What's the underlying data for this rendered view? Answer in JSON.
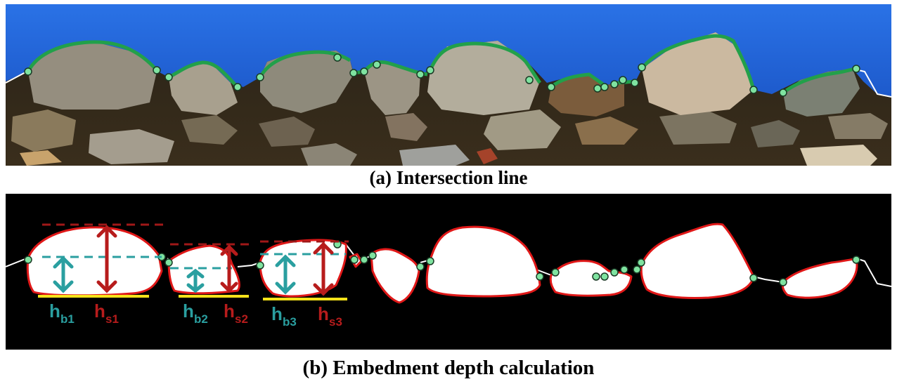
{
  "captions": {
    "a": "(a) Intersection line",
    "b": "(b) Embedment depth calculation"
  },
  "labels": [
    {
      "main": "h",
      "sub": "b1",
      "color": "#2a9fa0"
    },
    {
      "main": "h",
      "sub": "s1",
      "color": "#b71c1c"
    },
    {
      "main": "h",
      "sub": "b2",
      "color": "#2a9fa0"
    },
    {
      "main": "h",
      "sub": "s2",
      "color": "#b71c1c"
    },
    {
      "main": "h",
      "sub": "b3",
      "color": "#2a9fa0"
    },
    {
      "main": "h",
      "sub": "s3",
      "color": "#b71c1c"
    }
  ],
  "colors": {
    "intersection_line": "#22a04a",
    "contact_point": "#7fe3a0",
    "aggregate_outline": "#e01818",
    "base_line": "#f5e21a",
    "embedment_depth": "#2a9fa0",
    "stone_height": "#b71c1c",
    "binder": "#1a5bd8"
  }
}
